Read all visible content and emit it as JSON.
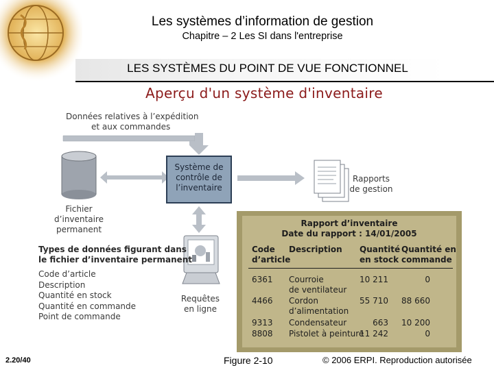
{
  "header": {
    "title": "Les systèmes d’information de gestion",
    "subtitle": "Chapitre – 2 Les SI dans l'entreprise",
    "section": "LES SYSTÈMES DU POINT DE VUE FONCTIONNEL"
  },
  "diagram": {
    "title": "Aperçu d'un système d'inventaire",
    "input_label": [
      "Données relatives à l’expédition",
      "et aux commandes"
    ],
    "control_system": [
      "Système de",
      "contrôle de",
      "l’inventaire"
    ],
    "reports_label": [
      "Rapports",
      "de gestion"
    ],
    "file_label": [
      "Fichier",
      "d’inventaire",
      "permanent"
    ],
    "queries_label": [
      "Requêtes",
      "en ligne"
    ],
    "data_types": {
      "heading": [
        "Types de données figurant dans",
        "le fichier d’inventaire permanent"
      ],
      "items": [
        "Code d’article",
        "Description",
        "Quantité en stock",
        "Quantité en commande",
        "Point de commande"
      ]
    },
    "report": {
      "title": "Rapport d’inventaire",
      "date": "Date du rapport : 14/01/2005",
      "columns": [
        [
          "Code",
          "d’article"
        ],
        [
          "Description"
        ],
        [
          "Quantité",
          "en stock"
        ],
        [
          "Quantité en",
          "commande"
        ]
      ],
      "rows": [
        {
          "code": "6361",
          "description": [
            "Courroie",
            "de ventilateur"
          ],
          "stock": "10 211",
          "ordered": "0"
        },
        {
          "code": "4466",
          "description": [
            "Cordon",
            "d’alimentation"
          ],
          "stock": "55 710",
          "ordered": "88 660"
        },
        {
          "code": "9313",
          "description": [
            "Condensateur"
          ],
          "stock": "663",
          "ordered": "10 200"
        },
        {
          "code": "8808",
          "description": [
            "Pistolet à peinture"
          ],
          "stock": "11 242",
          "ordered": "0"
        }
      ]
    }
  },
  "footer": {
    "page": "2.20/40",
    "figure": "Figure 2-10",
    "copyright": "© 2006 ERPI. Reproduction autorisée"
  },
  "colors": {
    "title_red": "#8b1a1a",
    "arrow_gray": "#b9bfc7",
    "control_box": "#8fa3b8",
    "report_tan": "#c0b68a"
  }
}
